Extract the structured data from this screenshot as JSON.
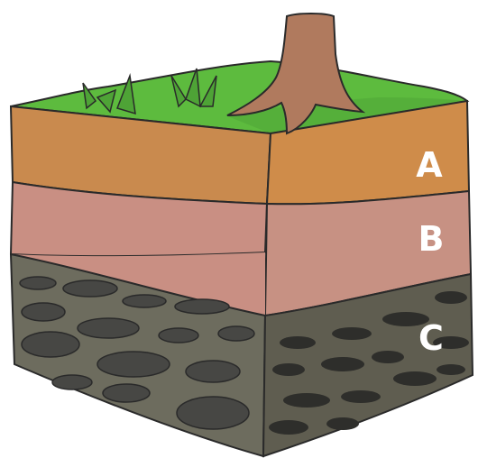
{
  "layers": [
    {
      "label": "A",
      "color": "#c98a4e"
    },
    {
      "label": "B",
      "color": "#c98f83"
    },
    {
      "label": "C",
      "color": "#6d6c5e"
    }
  ],
  "colors": {
    "grass": "#5dbb3e",
    "tree_bark": "#b07a5e",
    "outline": "#2a2a2a",
    "rock": "#474744"
  }
}
